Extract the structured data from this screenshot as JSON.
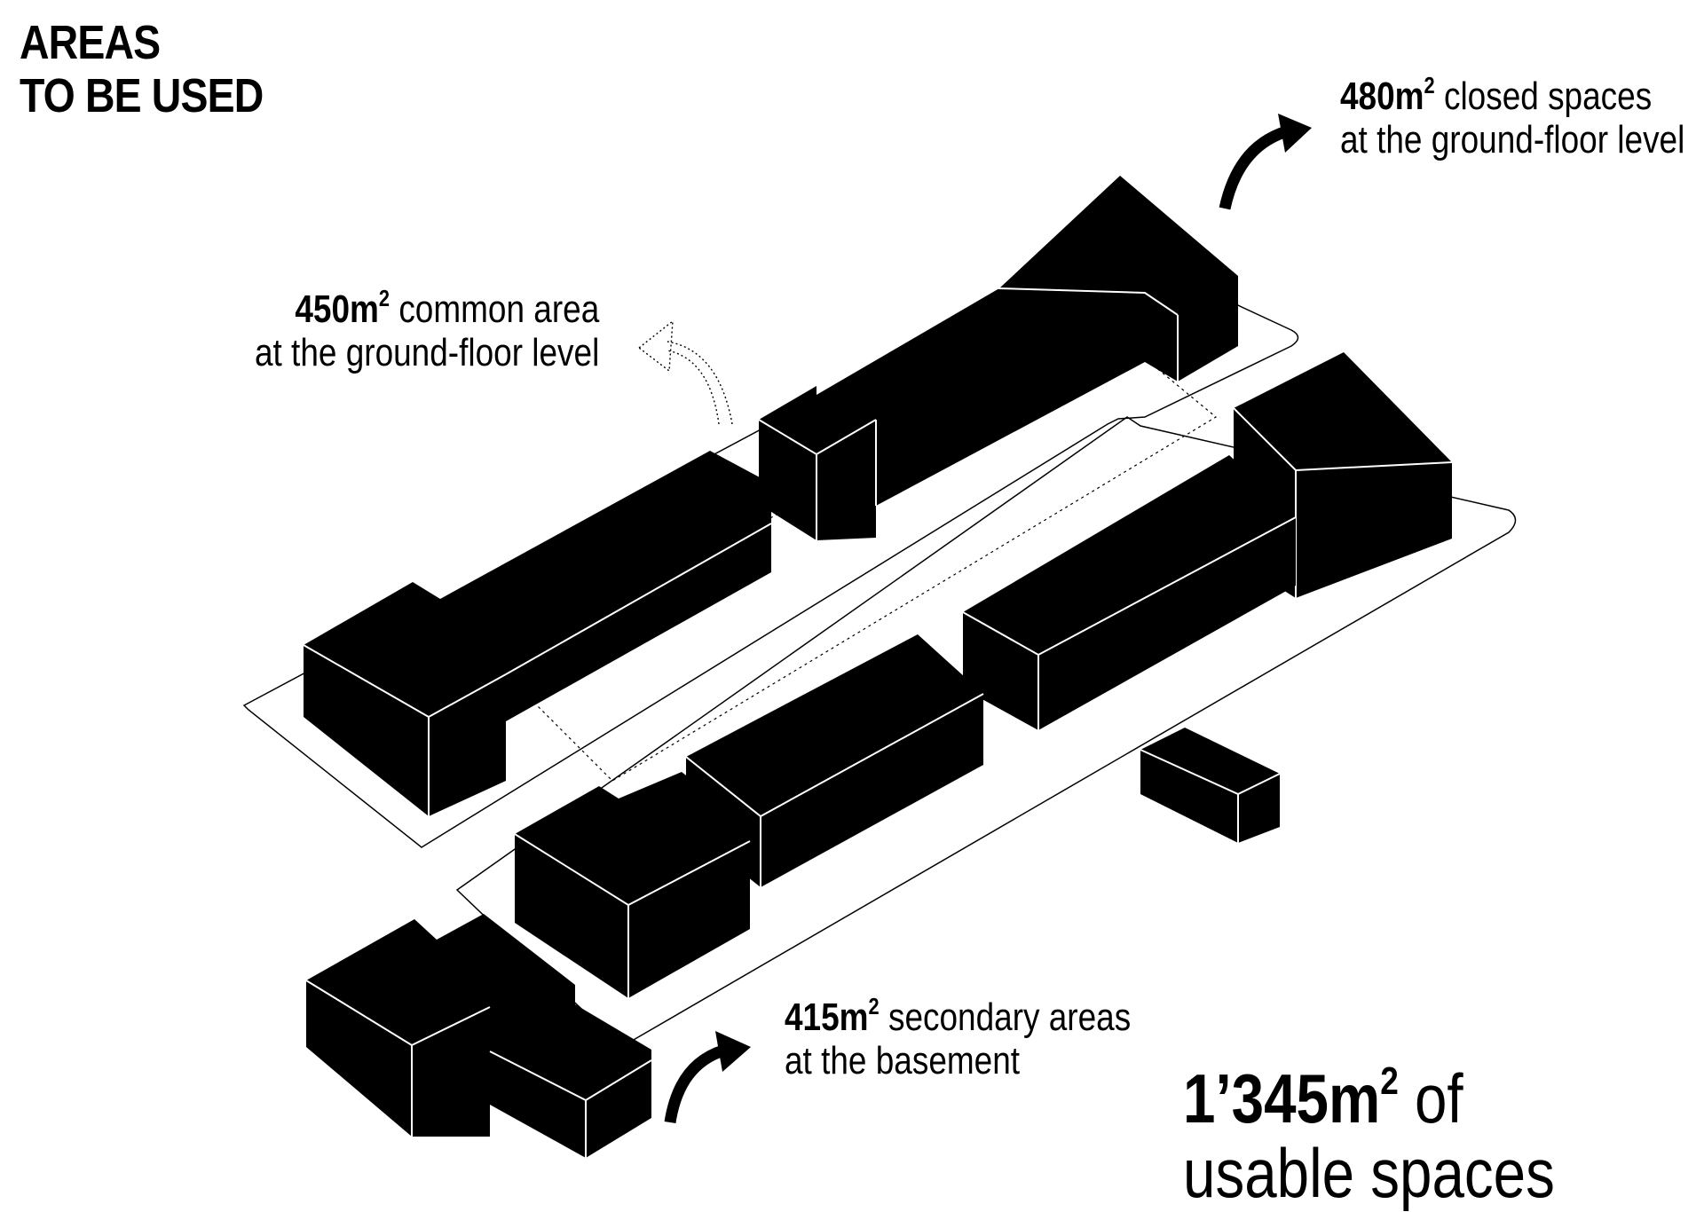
{
  "title": {
    "line1": "AREAS",
    "line2": "TO BE USED"
  },
  "annotations": {
    "closed": {
      "value": "480m",
      "sup": "2",
      "text": " closed spaces",
      "line2": "at the ground-floor level"
    },
    "common": {
      "value": "450m",
      "sup": "2",
      "text": " common area",
      "line2": "at the ground-floor level"
    },
    "secondary": {
      "value": "415m",
      "sup": "2",
      "text": " secondary areas",
      "line2": "at the basement"
    }
  },
  "total": {
    "value": "1’345m",
    "sup": "2",
    "text": " of",
    "line2": "usable spaces"
  },
  "colors": {
    "ink": "#000000",
    "background": "#ffffff",
    "outline": "#000000"
  },
  "icons": {
    "arrow_closed": "curved-arrow-icon",
    "arrow_common": "dotted-curved-arrow-icon",
    "arrow_secondary": "curved-arrow-icon"
  }
}
